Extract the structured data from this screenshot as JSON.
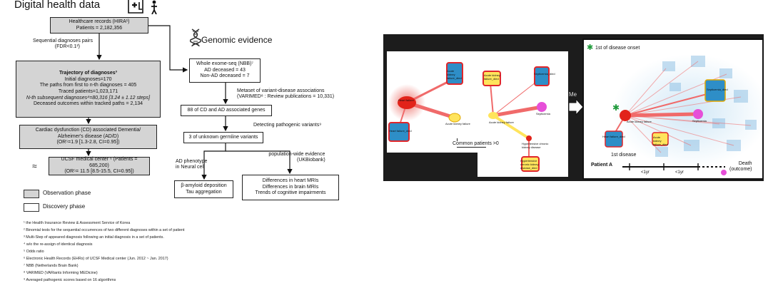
{
  "left": {
    "title": "Digital health data",
    "genomic_title": "Genomic evidence",
    "hira_box": [
      "Healthcare records (HIRA¹)",
      "Patients = 2,182,356"
    ],
    "seq_label": [
      "Sequential diagnoses pairs",
      "(FDR<0.1²)"
    ],
    "trajectory_box": [
      "Trajectory of diagnoses³",
      "Initial diagnoses=170",
      "The paths from first to n-th diagnoses = 405",
      "Traced patients=1,023,171",
      "N-th subsequent diagnoses⁴=80,316 [3.24 ± 1.12 steps]",
      "Deceased outcomes within tracked paths = 2,134"
    ],
    "cd_box": [
      "Cardiac dysfunction (CD) associated Dementia/",
      "Alzheimer's disease (AD/D)",
      "(OR⁵=1.9 [1.3-2.8, CI=0.95])"
    ],
    "approx": "≈",
    "ucsf_box": [
      "UCSF medical center ⁶ (Patients = 685,200)",
      "(OR⁵= 11.5 [8.5-15.5, CI=0.95])"
    ],
    "wes_box": [
      "Whole exome-seq (NBB)⁷",
      "AD deceased = 43",
      "Non-AD deceased = 7"
    ],
    "metaset_label": [
      "Metaset of variant-disease associations",
      "(VARIMED⁸ : Review publications = 10,331)"
    ],
    "genes_box": "88 of CD and AD associated genes",
    "detect_label": "Detecting pathogenic variants⁹",
    "unknown_box": "3 of unknown germline variants",
    "ad_pheno_label": [
      "AD phenotype",
      "in Neural cell"
    ],
    "popwide_label": [
      "population-wide evidence",
      "(UKBiobank)"
    ],
    "amyloid_box": [
      "β-amyloid deposition",
      "Tau aggregation"
    ],
    "diff_box": [
      "Differences in heart MRIs",
      "Differences in brain MRIs",
      "Trends of cognitive impairments"
    ],
    "legend": {
      "observation": "Observation phase",
      "discovery": "Discovery phase"
    },
    "footnotes": [
      "¹ the Health Insurance Review & Assessment Service of Korea",
      "² Binomial tests for the sequential occurrences of two different diagnoses within a set of patient",
      "³ Multi-Step of appeared diagnosis following an initial diagnosis in a set of patients.",
      "⁴ w/o the re-assign of identical diagnosis",
      "⁵ Odds ratio",
      "⁶ Electronic Health Records (EHRs) of UCSF Medical center (Jun. 2012 ~ Jan. 2017)",
      "⁷ NBB (Netherlands Brain Bank)",
      "⁸ VARIMED (VARiants Informing MEDicine)",
      "⁹ Averaged pathogenic scores based on 16 algorithms"
    ]
  },
  "right": {
    "panel1": {
      "nodes": [
        "Heart failure",
        "Heart failure_died",
        "Acute kidney failure_died",
        "Acute kidney failure"
      ]
    },
    "panel2": {
      "nodes": [
        "Acute kidney failure_died",
        "Septicemia_died",
        "Acute kidney failure",
        "Septicemia",
        "Hypertensive chronic kidney disease",
        "Hypertensive chronic kidney disease_died"
      ],
      "label": "Common patients >0",
      "arrow_text": "Me"
    },
    "panel3": {
      "legend": "1st of disease onset",
      "nodes": [
        "Heart failure_died",
        "Septicemia_died",
        "Acute kidney failure_died",
        "Septicemia",
        "Acute kidney failure"
      ],
      "first_label": "1st disease",
      "patient": "Patient A",
      "interval1": "<1yr",
      "interval2": "<1yr",
      "outcome": [
        "Death",
        "(outcome)"
      ]
    },
    "colors": {
      "node_blue": "#2e8ec7",
      "node_border_red": "#e0262b",
      "node_yellow": "#ffe45c",
      "node_magenta": "#e64fd8",
      "edge_red": "#f06a6a"
    }
  }
}
